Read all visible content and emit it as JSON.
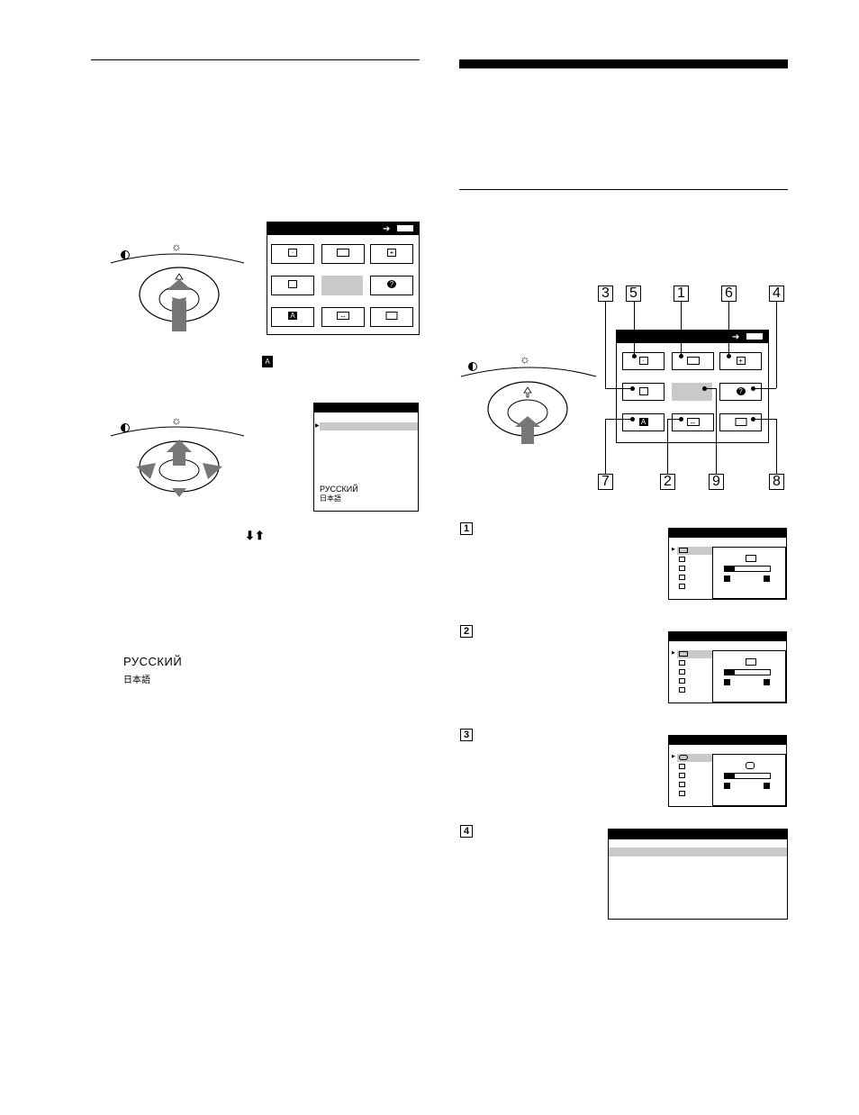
{
  "left_column": {
    "language_menu": {
      "options": [
        "РУССКИЙ",
        "日本語"
      ]
    },
    "arrows_glyph": "⬇⬆",
    "language_list": [
      "РУССКИЙ",
      "日本語"
    ]
  },
  "right_column": {
    "callouts_top": [
      "3",
      "5",
      "1",
      "6",
      "4"
    ],
    "callouts_bottom": [
      "7",
      "2",
      "9",
      "8"
    ],
    "sections": [
      {
        "number": "1"
      },
      {
        "number": "2"
      },
      {
        "number": "3"
      },
      {
        "number": "4"
      }
    ]
  },
  "icons": {
    "brightness": "sun-icon",
    "contrast": "contrast-icon",
    "control_button": "joystick-control-icon",
    "osd_lang": "lang-icon"
  }
}
